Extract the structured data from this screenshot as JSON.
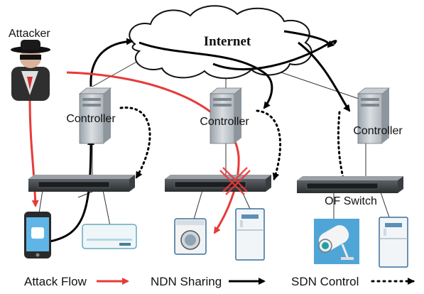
{
  "internet": {
    "label": "Internet"
  },
  "attacker": {
    "label": "Attacker"
  },
  "controllers": [
    {
      "label": "Controller"
    },
    {
      "label": "Controller"
    },
    {
      "label": "Controller"
    }
  ],
  "switch_label": "OF Switch",
  "legend": {
    "attack_flow": "Attack Flow",
    "ndn_sharing": "NDN Sharing",
    "sdn_control": "SDN Control"
  },
  "colors": {
    "attack": "#e83a3a",
    "ndn": "#000000",
    "sdn": "#000000",
    "block_mark": "#e83a3a"
  },
  "icons": [
    "attacker-icon",
    "server-icon",
    "network-switch-icon",
    "smartphone-icon",
    "air-conditioner-icon",
    "washing-machine-icon",
    "refrigerator-icon",
    "security-camera-icon",
    "blocked-x-icon"
  ]
}
